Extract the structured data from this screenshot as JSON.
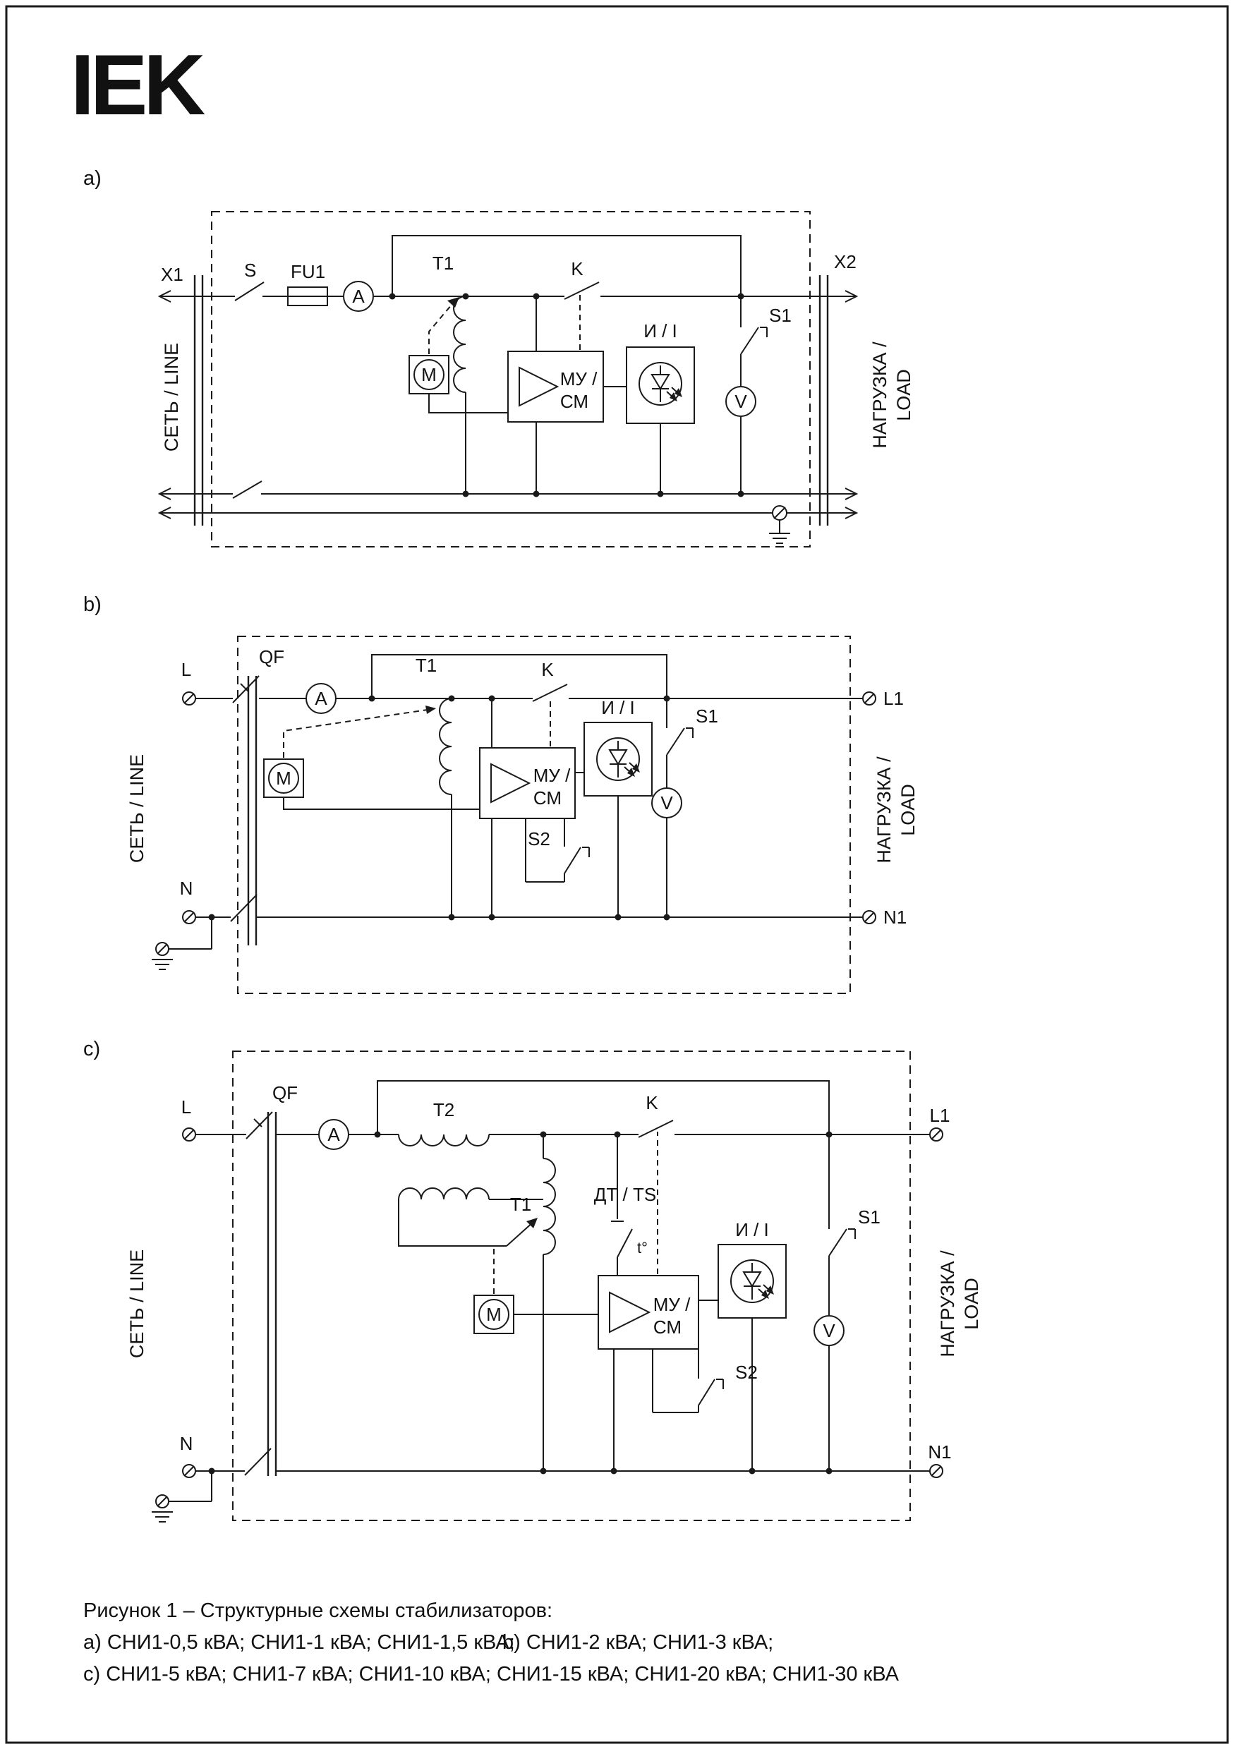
{
  "page": {
    "brand": "IEK",
    "caption": {
      "line1": "Рисунок 1 – Структурные схемы стабилизаторов:",
      "line2a": "a) СНИ1-0,5 кВА; СНИ1-1 кВА; СНИ1-1,5 кВА;",
      "line2b": "b) СНИ1-2 кВА; СНИ1-3 кВА;",
      "line3": "c) СНИ1-5 кВА; СНИ1-7 кВА; СНИ1-10 кВА; СНИ1-15 кВА; СНИ1-20 кВА; СНИ1-30 кВА"
    }
  },
  "diagram_a": {
    "label": "a)",
    "input_connector": "X1",
    "output_connector": "X2",
    "line_label": "СЕТЬ / LINE",
    "load_label_1": "НАГРУЗКА /",
    "load_label_2": "LOAD",
    "switch": "S",
    "fuse": "FU1",
    "ammeter": "A",
    "transformer": "T1",
    "relay": "K",
    "indicator": "И / I",
    "switch_s1": "S1",
    "voltmeter": "V",
    "motor": "М",
    "control_unit_1": "МУ /",
    "control_unit_2": "СМ"
  },
  "diagram_b": {
    "label": "b)",
    "line_in": "L",
    "neutral_in": "N",
    "line_out": "L1",
    "neutral_out": "N1",
    "breaker": "QF",
    "ammeter": "A",
    "transformer": "T1",
    "relay": "K",
    "indicator": "И / I",
    "switch_s1": "S1",
    "switch_s2": "S2",
    "voltmeter": "V",
    "motor": "М",
    "control_unit_1": "МУ /",
    "control_unit_2": "СМ",
    "line_label": "СЕТЬ / LINE",
    "load_label_1": "НАГРУЗКА /",
    "load_label_2": "LOAD"
  },
  "diagram_c": {
    "label": "c)",
    "line_in": "L",
    "neutral_in": "N",
    "line_out": "L1",
    "neutral_out": "N1",
    "breaker": "QF",
    "ammeter": "A",
    "transformer_series": "T2",
    "transformer_main": "T1",
    "thermal_sensor": "ДТ / TS",
    "thermal_contact": "t°",
    "relay": "K",
    "indicator": "И / I",
    "switch_s1": "S1",
    "switch_s2": "S2",
    "voltmeter": "V",
    "motor": "М",
    "control_unit_1": "МУ /",
    "control_unit_2": "СМ",
    "line_label": "СЕТЬ / LINE",
    "load_label_1": "НАГРУЗКА /",
    "load_label_2": "LOAD"
  }
}
